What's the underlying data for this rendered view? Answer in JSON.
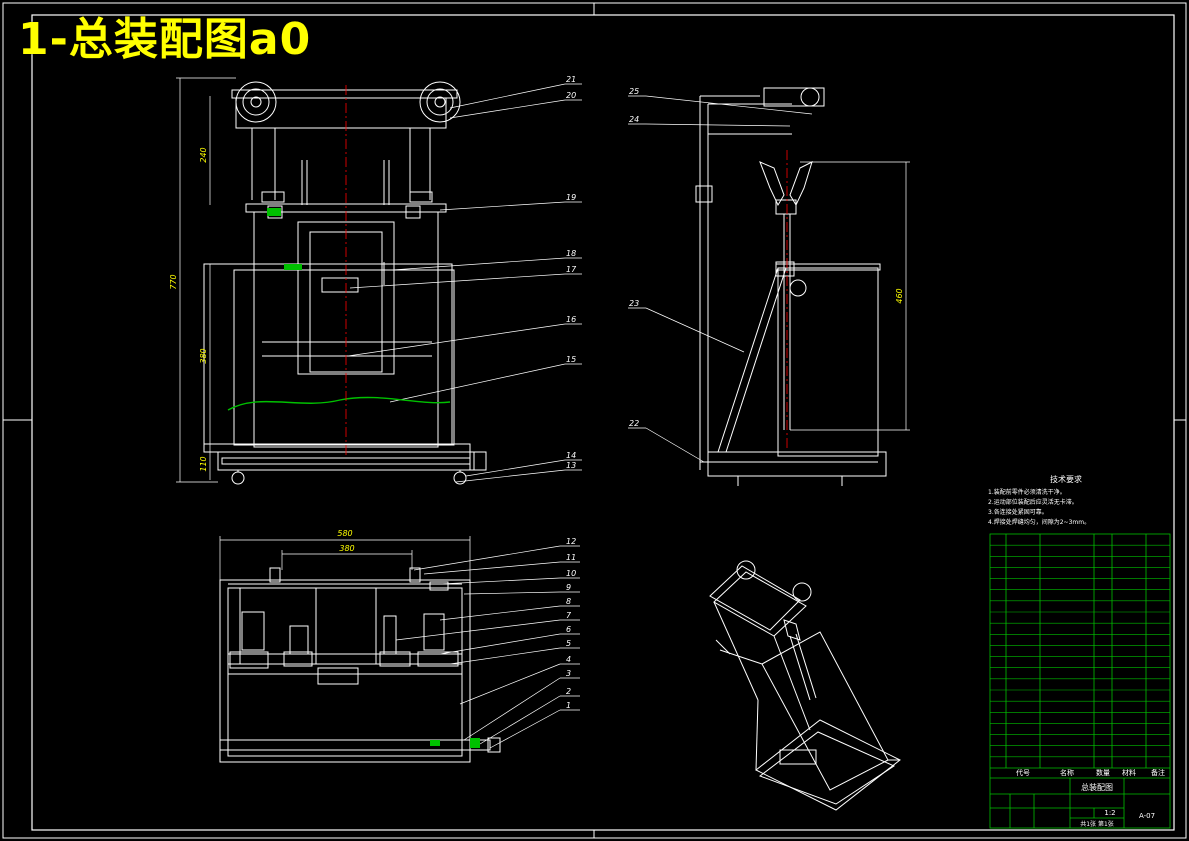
{
  "drawing_title": "1-总装配图a0",
  "colors": {
    "background": "#000000",
    "line": "#ffffff",
    "centerline": "#ff0000",
    "dimension": "#ffff00",
    "hatch": "#00c000",
    "table_grid": "#00c000",
    "title_text": "#ffff00"
  },
  "front_view": {
    "dims": {
      "total_height": "770",
      "top_offset": "240",
      "mid_height": "380",
      "base_height": "110"
    },
    "callouts": [
      "21",
      "20",
      "19",
      "18",
      "17",
      "16",
      "15",
      "14",
      "13"
    ]
  },
  "side_view": {
    "dims": {
      "height": "460"
    },
    "callouts": [
      "25",
      "24",
      "23",
      "22"
    ]
  },
  "top_view": {
    "dims": {
      "overall_width": "580",
      "inner_width": "380"
    },
    "callouts": [
      "12",
      "11",
      "10",
      "9",
      "8",
      "7",
      "6",
      "5",
      "4",
      "3",
      "2",
      "1"
    ]
  },
  "technical_requirements": {
    "heading": "技术要求",
    "items": [
      "1.装配前零件必须清洗干净。",
      "2.运动部位装配后应灵活无卡滞。",
      "3.各连接处紧固可靠。",
      "4.焊接处焊缝均匀，间隙为2~3mm。"
    ]
  },
  "parts_list": {
    "headers": [
      "代号",
      "名称",
      "数量",
      "材料",
      "备注"
    ],
    "title_block": {
      "name": "总装配图",
      "scale": "1:2",
      "drawing_no": "A-07",
      "sheet": "共1张 第1张"
    }
  }
}
